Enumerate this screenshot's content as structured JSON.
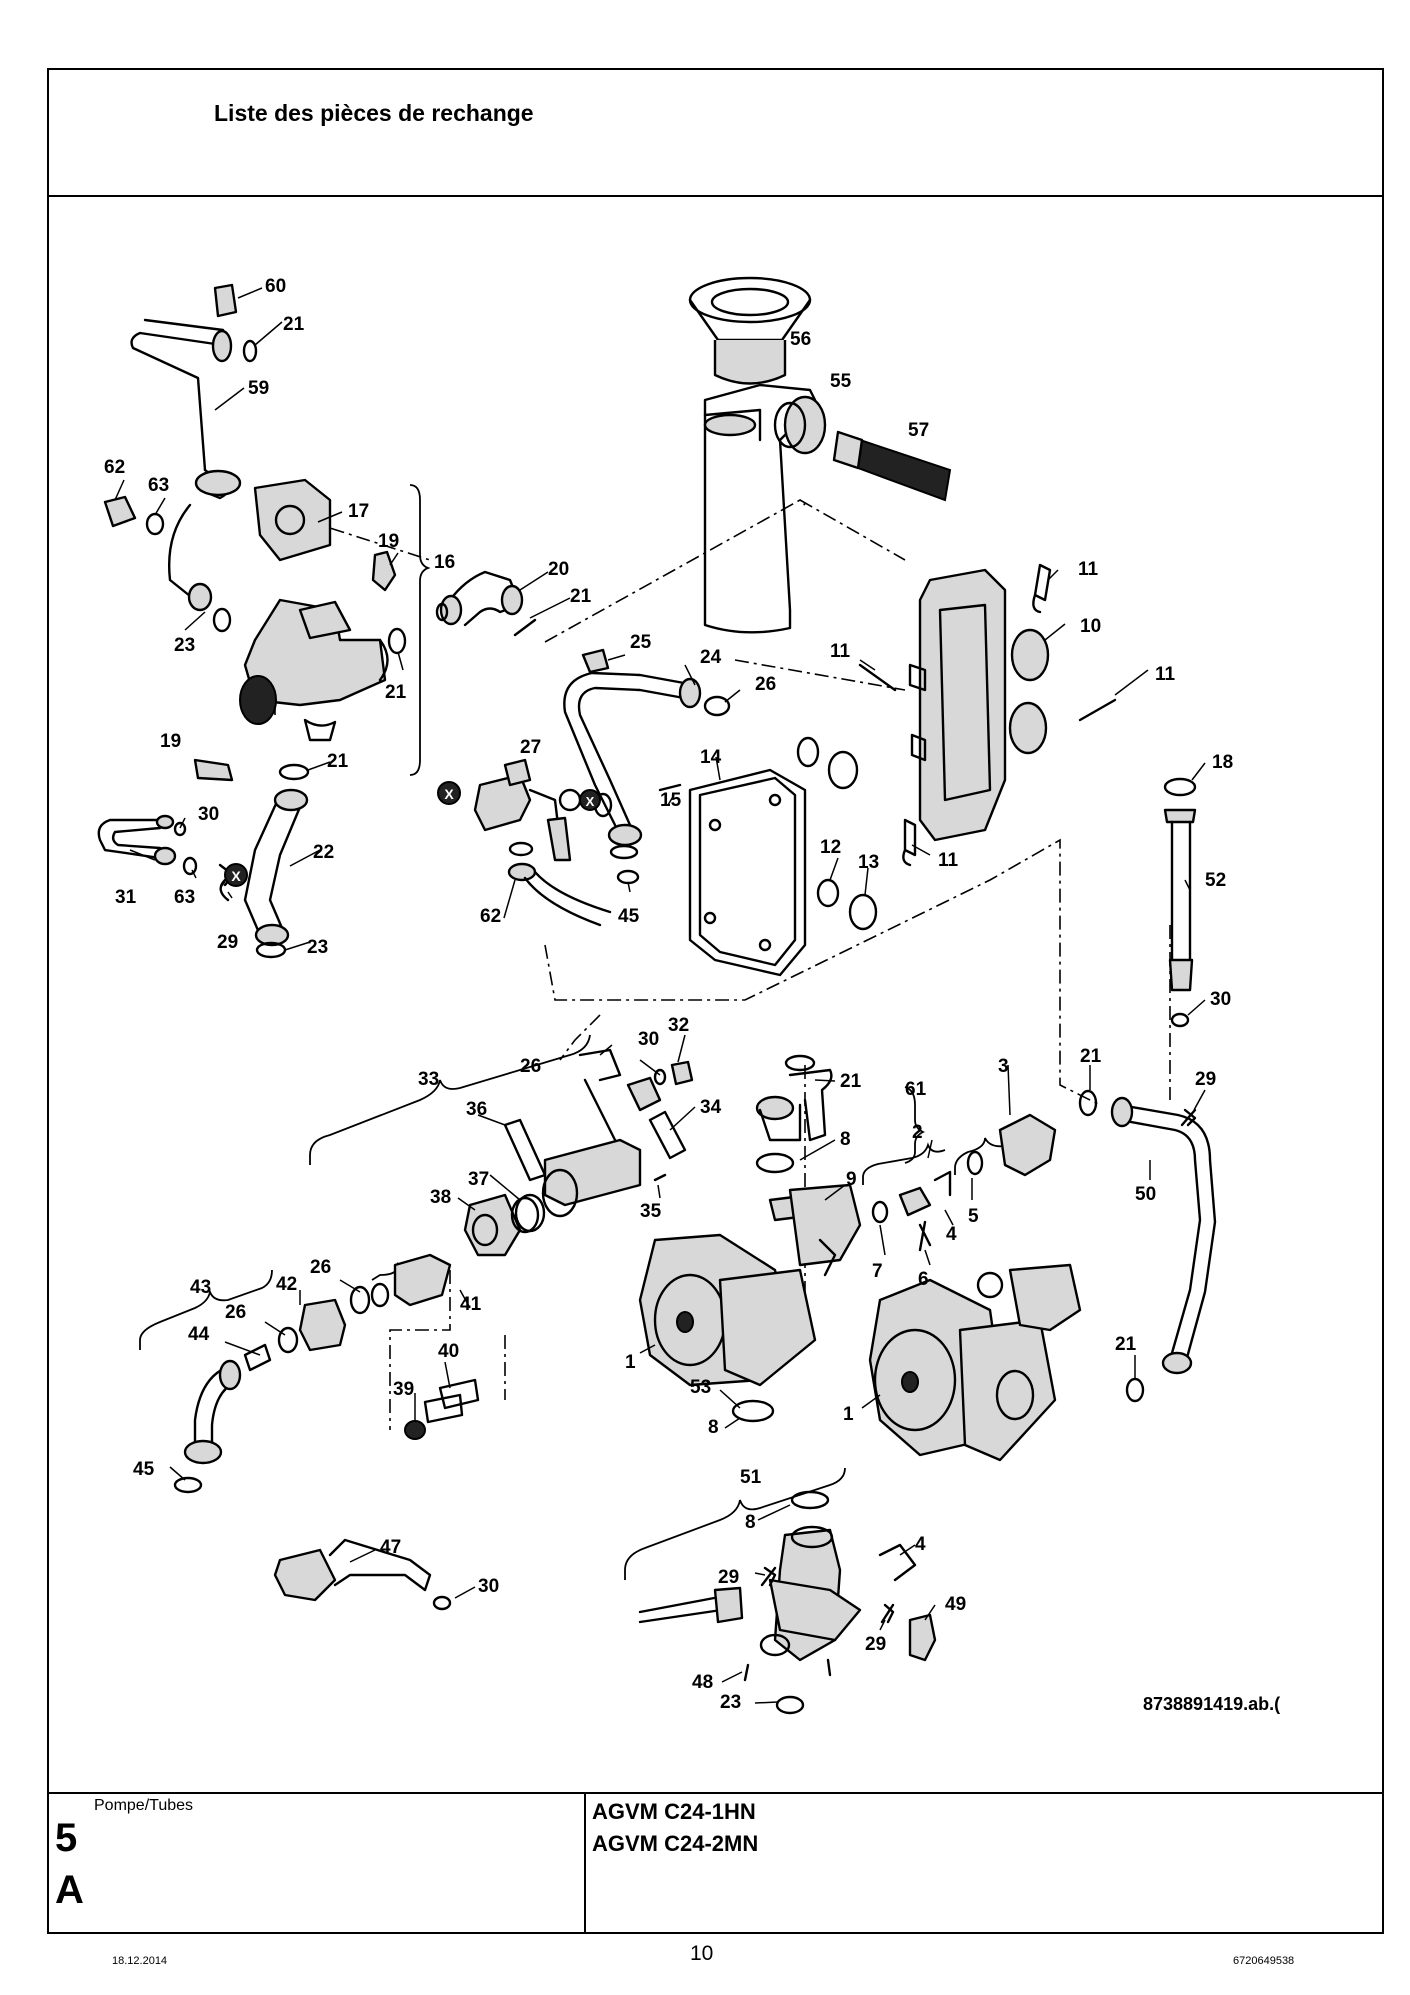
{
  "header": {
    "title": "Liste des pièces de rechange"
  },
  "drawing": {
    "reference": "8738891419.ab.(",
    "part_numbers": [
      "1",
      "2",
      "3",
      "4",
      "5",
      "6",
      "7",
      "8",
      "9",
      "10",
      "11",
      "12",
      "13",
      "14",
      "15",
      "16",
      "17",
      "18",
      "19",
      "20",
      "21",
      "22",
      "23",
      "24",
      "25",
      "26",
      "27",
      "29",
      "30",
      "31",
      "32",
      "33",
      "34",
      "35",
      "36",
      "37",
      "38",
      "39",
      "40",
      "41",
      "42",
      "43",
      "44",
      "45",
      "47",
      "48",
      "49",
      "50",
      "51",
      "52",
      "53",
      "55",
      "56",
      "57",
      "59",
      "60",
      "61",
      "62",
      "63"
    ],
    "marker": "X"
  },
  "footer_block": {
    "section_name": "Pompe/Tubes",
    "section_number": "5",
    "section_letter": "A",
    "models": [
      "AGVM C24-1HN",
      "AGVM C24-2MN"
    ]
  },
  "footer": {
    "date": "18.12.2014",
    "page": "10",
    "doc_number": "6720649538"
  }
}
